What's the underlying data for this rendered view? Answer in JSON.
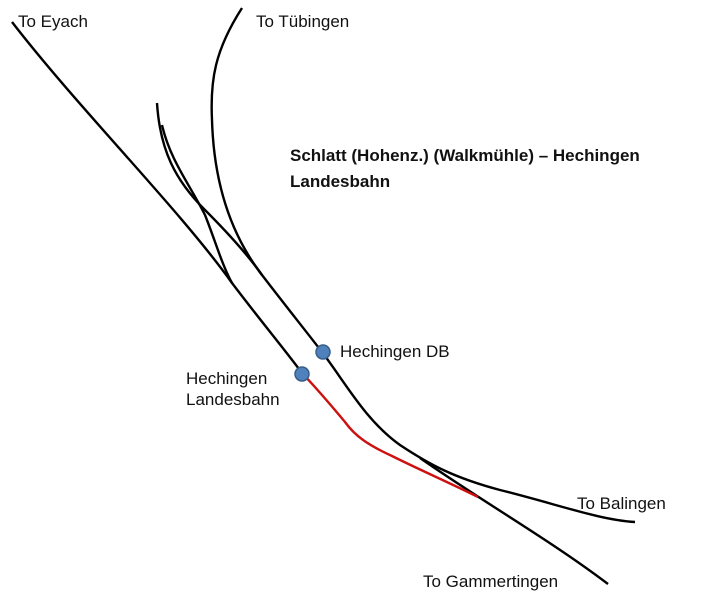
{
  "labels": {
    "to_eyach": "To Eyach",
    "to_tuebingen": "To Tübingen",
    "to_balingen": "To Balingen",
    "to_gammertingen": "To Gammertingen",
    "hechingen_db": "Hechingen DB",
    "hechingen_landesbahn_line1": "Hechingen",
    "hechingen_landesbahn_line2": "Landesbahn"
  },
  "title": {
    "line1": "Schlatt (Hohenz.) (Walkmühle) – Hechingen",
    "line2": "Landesbahn"
  },
  "colors": {
    "track": "#000000",
    "highlight": "#cc1111",
    "station_fill": "#4f81bd",
    "station_stroke": "#385d8a"
  }
}
